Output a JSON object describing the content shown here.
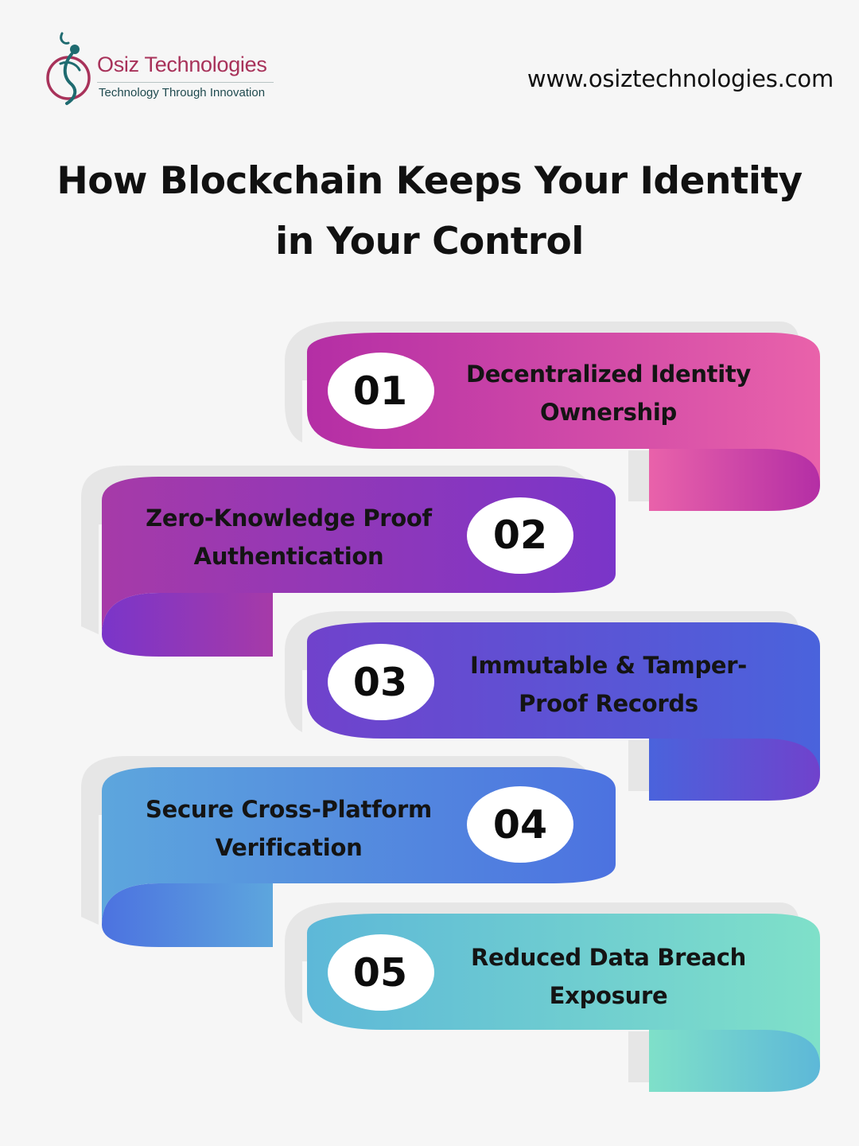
{
  "brand": {
    "name": "Osiz Technologies",
    "tagline": "Technology Through Innovation",
    "website": "www.osiztechnologies.com"
  },
  "title": {
    "line1": "How Blockchain Keeps Your Identity",
    "line2": "in Your Control"
  },
  "steps": [
    {
      "number": "01",
      "line1": "Decentralized Identity",
      "line2": "Ownership",
      "colors": [
        "#b42ea5",
        "#e962aa"
      ]
    },
    {
      "number": "02",
      "line1": "Zero-Knowledge Proof",
      "line2": "Authentication",
      "colors": [
        "#a63aa8",
        "#7a35c9"
      ]
    },
    {
      "number": "03",
      "line1": "Immutable & Tamper-",
      "line2": "Proof Records",
      "colors": [
        "#7042cc",
        "#4a63dc"
      ]
    },
    {
      "number": "04",
      "line1": "Secure Cross-Platform",
      "line2": "Verification",
      "colors": [
        "#5da6dd",
        "#4c72e0"
      ]
    },
    {
      "number": "05",
      "line1": "Reduced Data Breach",
      "line2": "Exposure",
      "colors": [
        "#5db8d8",
        "#7fe0c9"
      ]
    }
  ]
}
